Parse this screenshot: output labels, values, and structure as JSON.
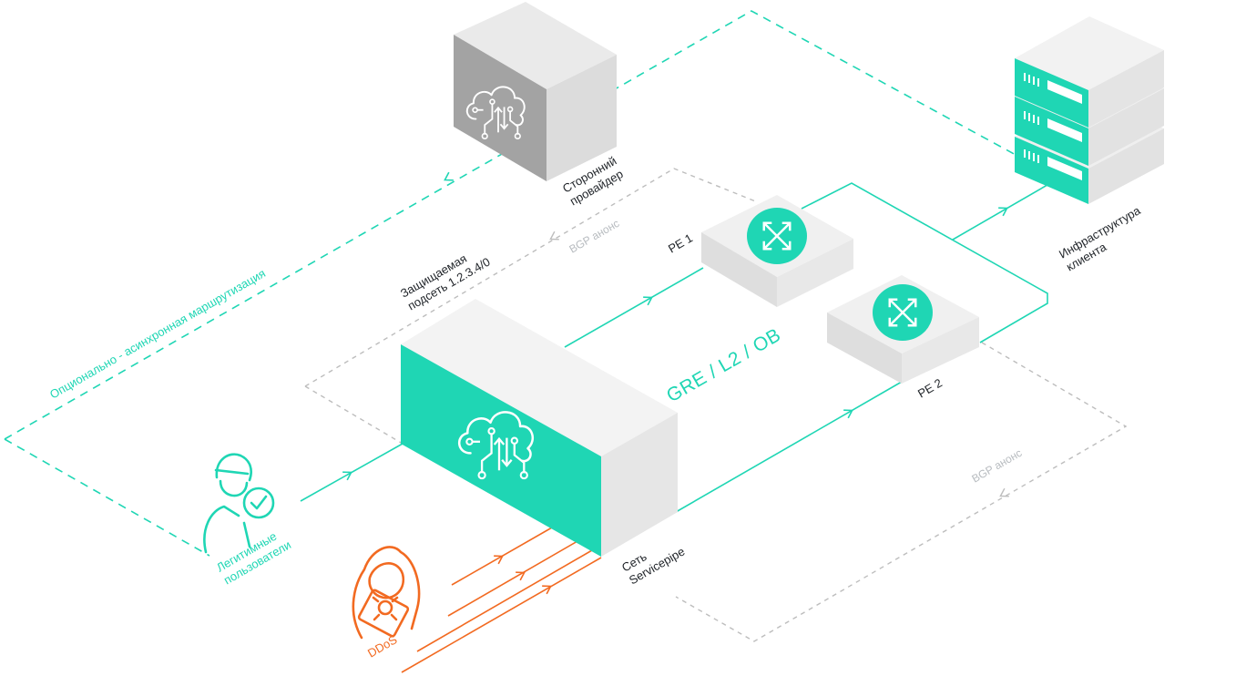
{
  "colors": {
    "teal": "#1fd6b4",
    "orange": "#f26a21",
    "gray_dashed": "#bdbdbd",
    "box_light": "#e8e8e8",
    "provider_face": "#a3a3a3",
    "text_dark": "#1f2328"
  },
  "labels": {
    "third_party_provider": [
      "Сторонний",
      "провайдер"
    ],
    "client_infrastructure": [
      "Инфраструктура",
      "клиента"
    ],
    "protected_subnet": [
      "Защищаемая",
      "подсеть 1.2.3.4/0"
    ],
    "bgp_announce_top": "BGP анонс",
    "bgp_announce_bottom": "BGP анонс",
    "pe1": "PE 1",
    "pe2": "PE 2",
    "tunnel": "GRE / L2 / OB",
    "servicepipe": [
      "Сеть",
      "Servicepipe"
    ],
    "legit_users": [
      "Легитимные",
      "пользователи"
    ],
    "ddos": "DDoS",
    "optional_routing": "Опционально - асинхронная маршрутизация"
  },
  "icons": {
    "provider": "cloud-network-icon",
    "servicepipe": "cloud-network-icon",
    "router": "router-cross-arrows-icon",
    "server": "server-stack-icon",
    "user": "verified-user-icon",
    "attacker": "hooded-hacker-icon"
  }
}
